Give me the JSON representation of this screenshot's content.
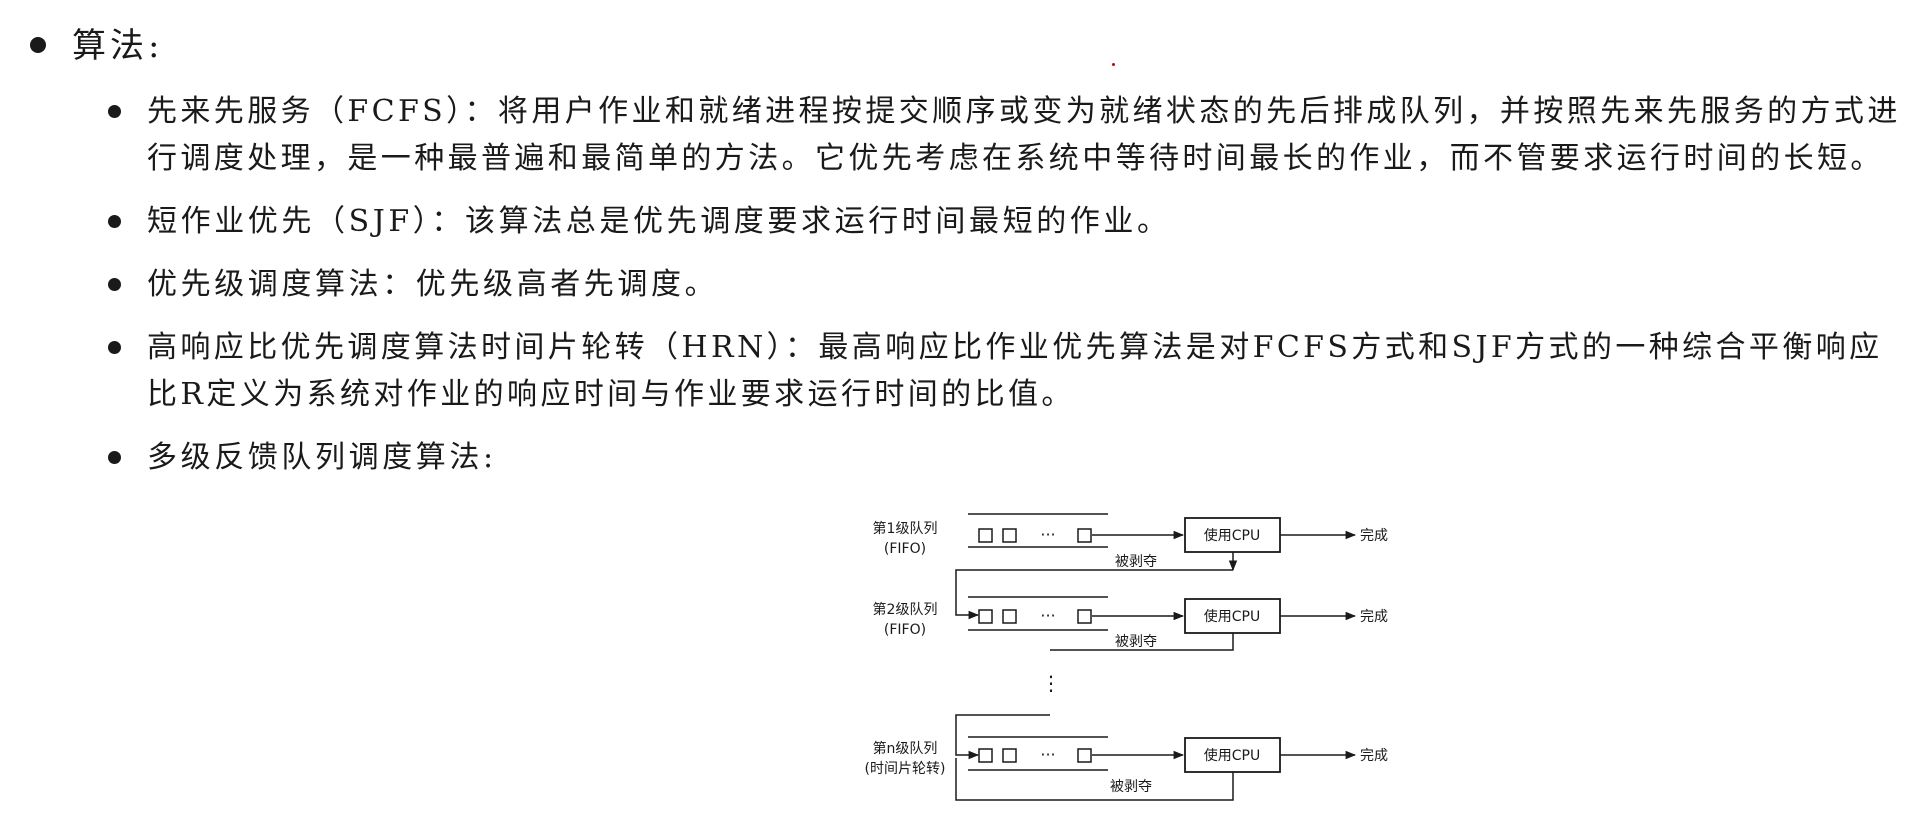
{
  "heading": "算法:",
  "items": [
    {
      "text": "先来先服务（FCFS）：将用户作业和就绪进程按提交顺序或变为就绪状态的先后排成队列，并按照先来先服务的方式进行调度处理，是一种最普遍和最简单的方法。它优先考虑在系统中等待时间最长的作业，而不管要求运行时间的长短。"
    },
    {
      "text": "短作业优先（SJF）：该算法总是优先调度要求运行时间最短的作业。"
    },
    {
      "text": "优先级调度算法：优先级高者先调度。"
    },
    {
      "text": "高响应比优先调度算法时间片轮转（HRN）：最高响应比作业优先算法是对FCFS方式和SJF方式的一种综合平衡响应比R定义为系统对作业的响应时间与作业要求运行时间的比值。"
    },
    {
      "text": "多级反馈队列调度算法:"
    }
  ],
  "diagram": {
    "queues": [
      {
        "label_line1": "第1级队列",
        "label_line2": "(FIFO)"
      },
      {
        "label_line1": "第2级队列",
        "label_line2": "(FIFO)"
      },
      {
        "label_line1": "第n级队列",
        "label_line2": "(时间片轮转)"
      }
    ],
    "cpu_label": "使用CPU",
    "done_label": "完成",
    "preempt_label": "被剥夺",
    "ellipsis": "···",
    "vertical_ellipsis": "⋮"
  }
}
